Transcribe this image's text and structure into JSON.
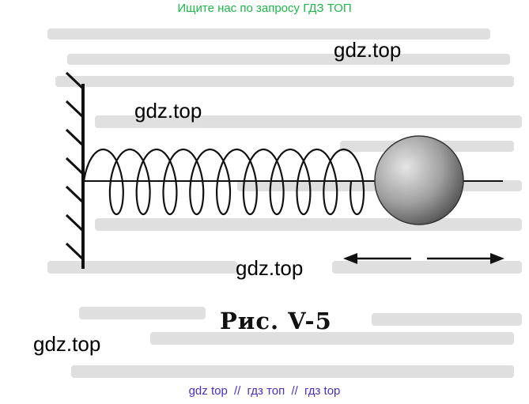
{
  "header": {
    "link_text": "Ищите нас по запросу ГДЗ ТОП",
    "color": "#1fb84a"
  },
  "figure": {
    "caption": "Рис.  V-5",
    "watermarks": [
      "gdz.top",
      "gdz.top",
      "gdz.top",
      "gdz.top"
    ]
  },
  "footer": {
    "links": [
      "gdz top",
      "гдз топ",
      "гдз top"
    ],
    "separator": "//",
    "color": "#4a2fc4"
  }
}
